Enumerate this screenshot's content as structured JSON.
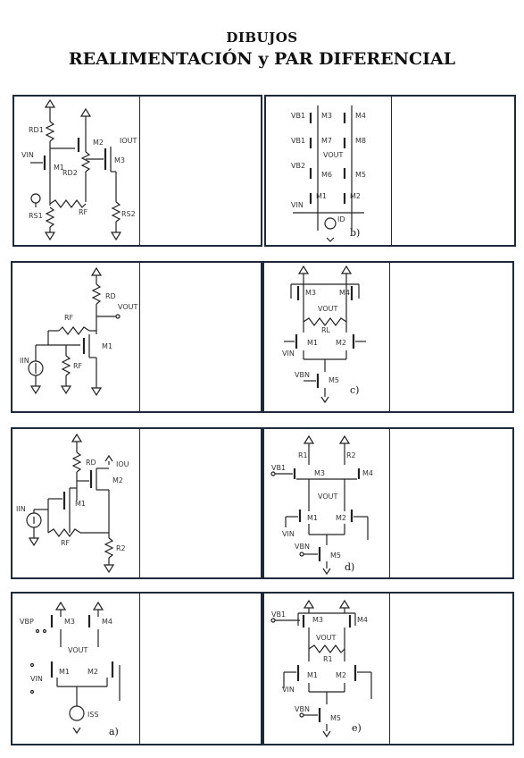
{
  "header": {
    "title": "DIBUJOS",
    "subtitle": "REALIMENTACIÓN y PAR DIFERENCIAL"
  },
  "rows": [
    {
      "left_circuit": {
        "labels": [
          "RD1",
          "M2",
          "IOUT",
          "VIN",
          "M1",
          "M3",
          "RD2",
          "RF",
          "RS1",
          "RS2"
        ]
      },
      "right_circuit": {
        "labels": [
          "VB1",
          "M3",
          "M4",
          "VB1",
          "M7",
          "M8",
          "VOUT",
          "VB2",
          "M6",
          "M5",
          "M1",
          "M2",
          "VIN",
          "ID"
        ],
        "tag": "b)"
      }
    },
    {
      "left_circuit": {
        "labels": [
          "RF",
          "RD",
          "VOUT",
          "M1",
          "IIN",
          "RF"
        ]
      },
      "right_circuit": {
        "labels": [
          "M3",
          "M4",
          "VOUT",
          "RL",
          "M1",
          "M2",
          "VIN",
          "VBN",
          "M5"
        ],
        "tag": "c)"
      }
    },
    {
      "left_circuit": {
        "labels": [
          "RD",
          "IOU",
          "M2",
          "IIN",
          "M1",
          "RF",
          "R2"
        ]
      },
      "right_circuit": {
        "labels": [
          "R1",
          "R2",
          "VB1",
          "M3",
          "M4",
          "VOUT",
          "M1",
          "M2",
          "VIN",
          "VBN",
          "M5"
        ],
        "tag": "d)"
      }
    },
    {
      "left_circuit": {
        "labels": [
          "VBP",
          "M3",
          "M4",
          "VOUT",
          "M1",
          "M2",
          "VIN",
          "ISS"
        ],
        "tag": "a)"
      },
      "right_circuit": {
        "labels": [
          "VB1",
          "M3",
          "M4",
          "VOUT",
          "R1",
          "M1",
          "M2",
          "VIN",
          "VBN",
          "M5"
        ],
        "tag": "e)"
      }
    }
  ]
}
